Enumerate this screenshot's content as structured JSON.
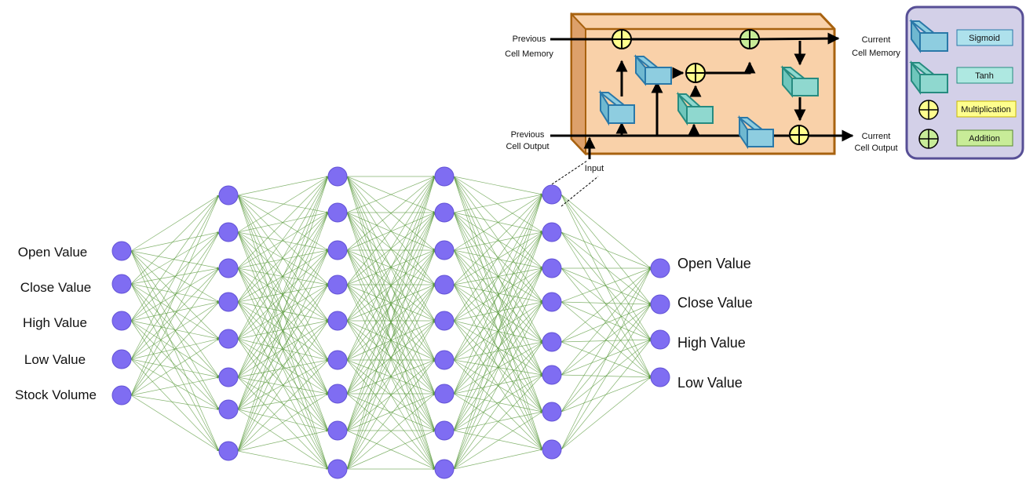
{
  "inputs": [
    "Open Value",
    "Close Value",
    "High Value",
    "Low Value",
    "Stock Volume"
  ],
  "outputs": [
    "Open Value",
    "Close Value",
    "High Value",
    "Low Value"
  ],
  "hidden_layer_node_counts": [
    8,
    9,
    9,
    8
  ],
  "lstm_cell": {
    "previous_cell_memory": [
      "Previous",
      "Cell Memory"
    ],
    "current_cell_memory": [
      "Current",
      "Cell Memory"
    ],
    "previous_cell_output": [
      "Previous",
      "Cell Output"
    ],
    "current_cell_output": [
      "Current",
      "Cell Output"
    ],
    "input": "Input"
  },
  "legend": {
    "sigmoid": "Sigmoid",
    "tanh": "Tanh",
    "multiplication": "Multiplication",
    "addition": "Addition"
  },
  "colors": {
    "node": "#7f6df2",
    "node_stroke": "#6353d6",
    "edge": "#5a9a3c",
    "cell_fill": "#f9d1a9",
    "cell_side": "#dda06a",
    "cell_stroke": "#a8620f",
    "sigmoid_fill": "#8ecde0",
    "sigmoid_stroke": "#2a78a8",
    "tanh_fill": "#8fd8cf",
    "tanh_stroke": "#268b80",
    "multiplication_fill": "#fffe8e",
    "addition_fill": "#c8ec98",
    "legend_bg": "#d3d0e8",
    "legend_border": "#574f96"
  }
}
